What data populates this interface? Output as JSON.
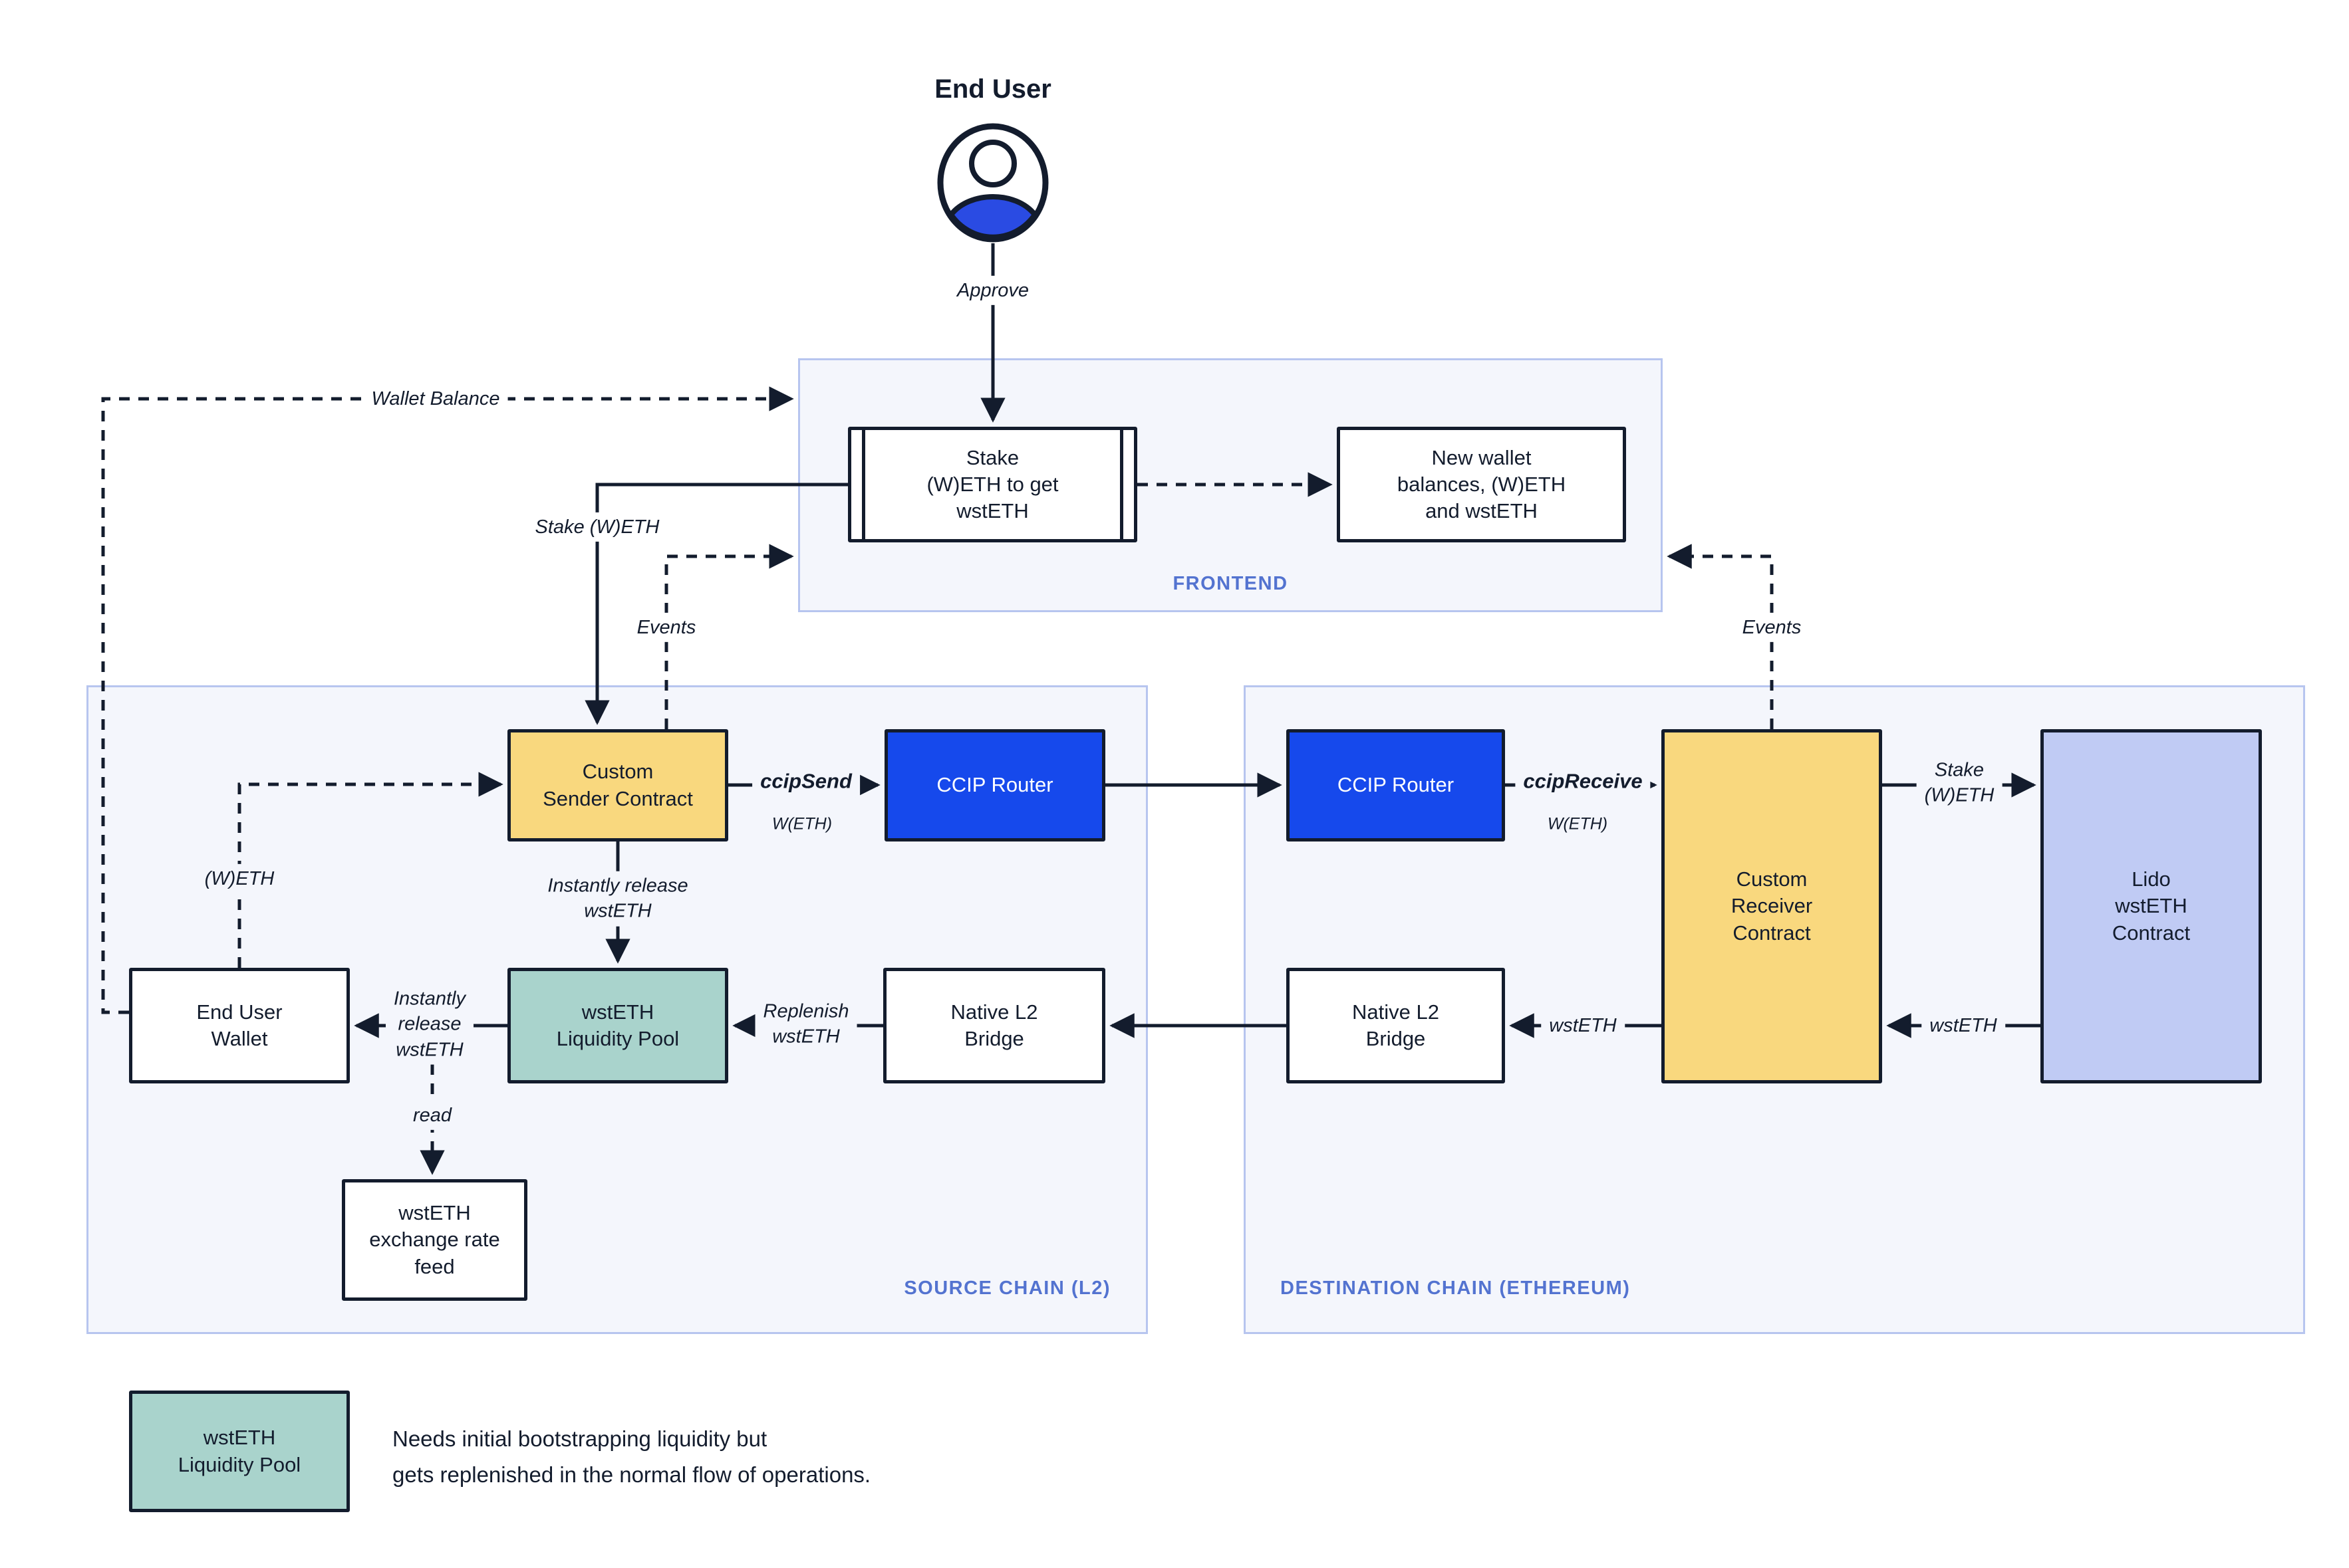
{
  "actor": {
    "title": "End User",
    "approve": "Approve"
  },
  "frontend": {
    "label": "FRONTEND",
    "stake_box": "Stake\n(W)ETH to get\nwstETH",
    "new_wallet_box": "New wallet\nbalances, (W)ETH\nand wstETH"
  },
  "source_chain": {
    "label": "SOURCE CHAIN (L2)",
    "custom_sender": "Custom\nSender Contract",
    "ccip_router": "CCIP Router",
    "end_user_wallet": "End User\nWallet",
    "liquidity_pool": "wstETH\nLiquidity Pool",
    "native_bridge": "Native L2\nBridge",
    "exchange_feed": "wstETH\nexchange rate\nfeed"
  },
  "dest_chain": {
    "label": "DESTINATION CHAIN (ETHEREUM)",
    "ccip_router": "CCIP Router",
    "custom_receiver": "Custom\nReceiver\nContract",
    "native_bridge": "Native L2\nBridge",
    "lido": "Lido\nwstETH\nContract"
  },
  "edge_labels": {
    "wallet_balance": "Wallet Balance",
    "stake_weth": "Stake (W)ETH",
    "events_left": "Events",
    "events_right": "Events",
    "ccip_send": "ccipSend",
    "ccip_send_asset": "W(ETH)",
    "ccip_receive": "ccipReceive",
    "ccip_receive_asset": "W(ETH)",
    "stake_weth_right": "Stake\n(W)ETH",
    "wsteth_from_lido": "wstETH",
    "wsteth_to_bridge": "wstETH",
    "replenish": "Replenish\nwstETH",
    "instantly_release_wallet": "Instantly\nrelease\nwstETH",
    "instantly_release_pool": "Instantly release\nwstETH",
    "read": "read"
  },
  "legend": {
    "box": "wstETH\nLiquidity Pool",
    "note": "Needs initial bootstrapping liquidity but\ngets replenished in the normal flow of operations."
  },
  "colors": {
    "ink": "#131C2D",
    "contract_yellow": "#F9D87E",
    "router_blue": "#1649EC",
    "pool_teal": "#A9D3CC",
    "lido_periwinkle": "#C0CBF4",
    "zone_background": "#F4F6FC",
    "zone_border": "#B7C5EF",
    "zone_label_blue": "#5373D0",
    "person_blue": "#2A4BE3"
  }
}
